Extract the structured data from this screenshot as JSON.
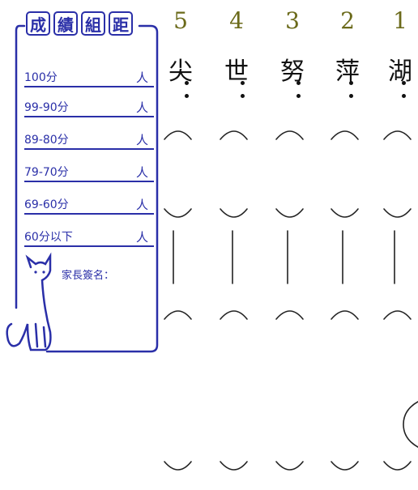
{
  "score_panel": {
    "title_chars": [
      "成",
      "績",
      "組",
      "距"
    ],
    "rows": [
      {
        "label": "100分",
        "unit": "人"
      },
      {
        "label": "99-90分",
        "unit": "人"
      },
      {
        "label": "89-80分",
        "unit": "人"
      },
      {
        "label": "79-70分",
        "unit": "人"
      },
      {
        "label": "69-60分",
        "unit": "人"
      },
      {
        "label": "60分以下",
        "unit": "人"
      }
    ],
    "signature_label": "家長簽名：",
    "accent_color": "#2a2fa8"
  },
  "worksheet": {
    "columns": [
      {
        "number": "5",
        "character": "尖"
      },
      {
        "number": "4",
        "character": "世"
      },
      {
        "number": "3",
        "character": "努"
      },
      {
        "number": "2",
        "character": "萍"
      },
      {
        "number": "1",
        "character": "湖"
      }
    ],
    "number_color": "#6b6a1a"
  }
}
